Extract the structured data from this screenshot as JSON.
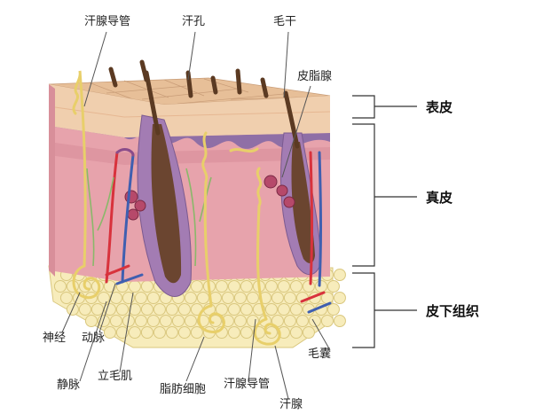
{
  "labels": {
    "sweat_duct_top": "汗腺导管",
    "sweat_pore": "汗孔",
    "hair_shaft": "毛干",
    "sebaceous_gland": "皮脂腺",
    "nerve": "神经",
    "artery": "动脉",
    "vein": "静脉",
    "arrector_pili": "立毛肌",
    "fat_cell": "脂肪细胞",
    "sweat_duct_bottom": "汗腺导管",
    "sweat_gland": "汗腺",
    "hair_follicle": "毛囊"
  },
  "layers": {
    "epidermis": "表皮",
    "dermis": "真皮",
    "hypodermis": "皮下组织"
  },
  "colors": {
    "epidermis_top": "#e7bf98",
    "epidermis_side": "#f0cfae",
    "dermis": "#e7a3ac",
    "dermis_dark": "#cf7e8c",
    "basal_purple": "#8f6fa6",
    "fat": "#f7ecbb",
    "fat_outline": "#d9c77e",
    "hair": "#5b3a22",
    "sweat_duct": "#f0dc7e",
    "artery": "#d8323c",
    "vein": "#3f5fb0",
    "nerve": "#8ab86a"
  }
}
